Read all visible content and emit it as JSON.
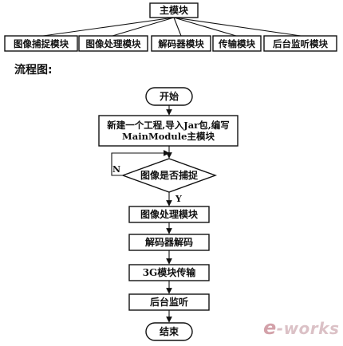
{
  "hierarchy": {
    "root": "主模块",
    "modules": [
      "图像捕捉模块",
      "图像处理模块",
      "解码器模块",
      "传输模块",
      "后台监听模块"
    ]
  },
  "flowchart": {
    "title": "流程图:",
    "start": "开始",
    "init_line1": "新建一个工程,导入Jar包,编写",
    "init_line2": "MainModule主模块",
    "decision": "图像是否捕捉",
    "no_label": "N",
    "yes_label": "Y",
    "steps": [
      "图像处理模块",
      "解码器解码",
      "3G模块传输",
      "后台监听"
    ],
    "end": "结束"
  },
  "watermark": {
    "text": "-works",
    "prefix": "e"
  }
}
